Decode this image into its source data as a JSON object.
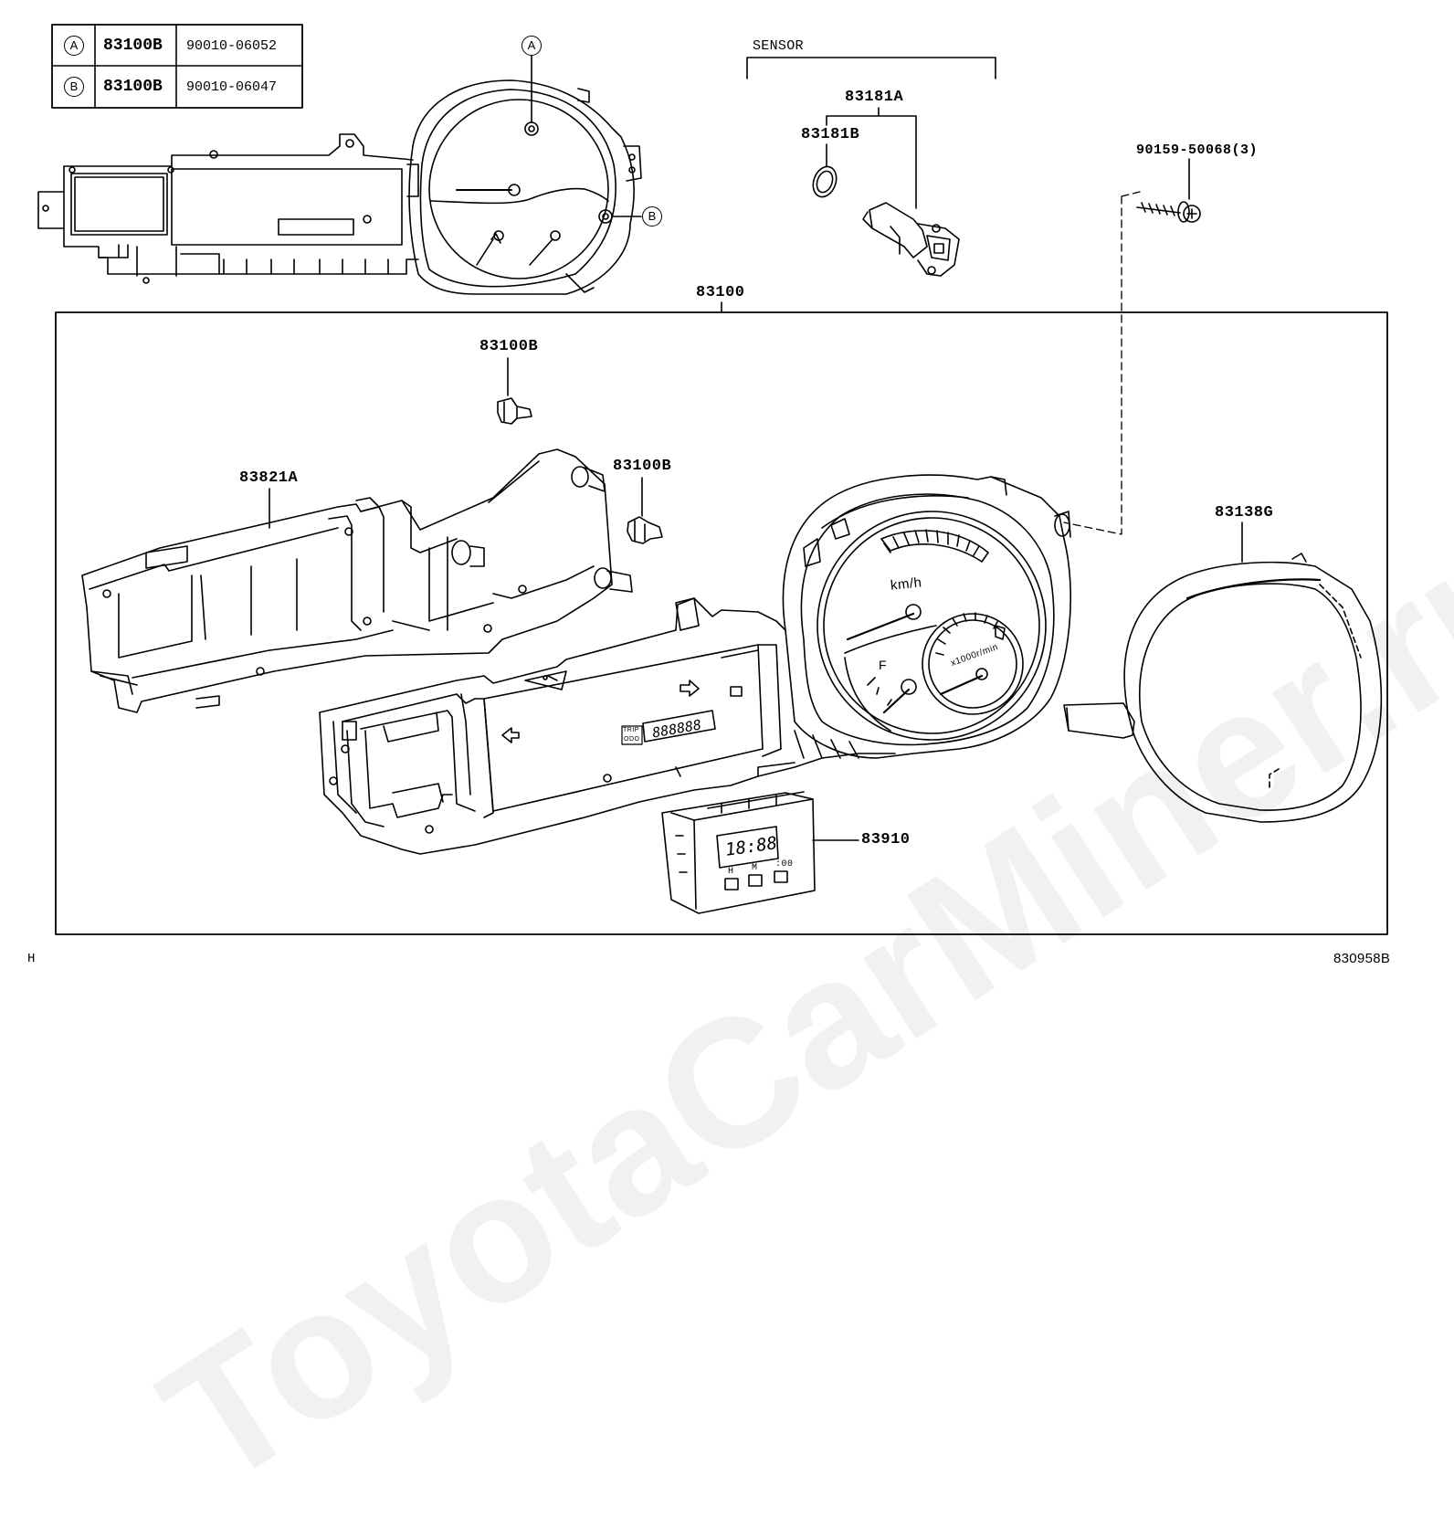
{
  "legend_table": {
    "rows": [
      {
        "marker": "A",
        "part": "83100B",
        "code": "90010-06052"
      },
      {
        "marker": "B",
        "part": "83100B",
        "code": "90010-06047"
      }
    ]
  },
  "inset": {
    "marker_a": "A",
    "marker_b": "B"
  },
  "sensor_group": {
    "title": "SENSOR",
    "part_a": "83181A",
    "part_b": "83181B"
  },
  "labels": {
    "screw": "90159-50068(3)",
    "assembly": "83100",
    "bulb_top": "83100B",
    "bulb_mid": "83100B",
    "housing": "83821A",
    "lens": "83138G",
    "clock": "83910"
  },
  "gauge_text": {
    "speed_unit": "km/h",
    "tach_unit": "x1000r/min",
    "fuel_full": "F",
    "trip_label": "TRIP",
    "odo_label": "ODO",
    "odo_digits": "888888",
    "clock_digits": "18:88",
    "btn_h": "H",
    "btn_m": "M",
    "btn_00": ":00"
  },
  "footer": {
    "left": "H",
    "right": "830958B"
  },
  "watermark": "ToyotaCarMiner.ru"
}
